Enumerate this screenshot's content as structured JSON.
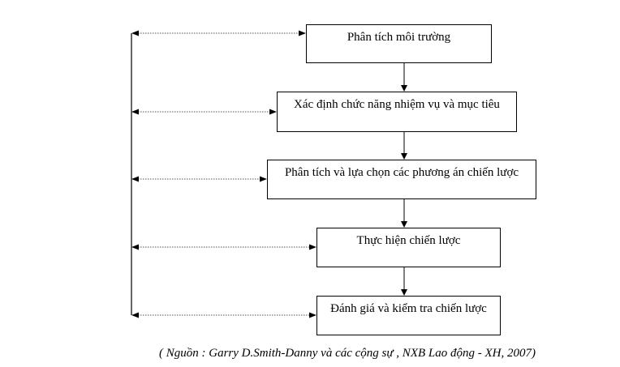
{
  "diagram": {
    "steps": [
      {
        "label": "Phân tích môi trường"
      },
      {
        "label": "Xác định chức năng nhiệm vụ và mục tiêu"
      },
      {
        "label": "Phân tích và lựa chọn các phương án chiến lược"
      },
      {
        "label": "Thực hiện chiến lược"
      },
      {
        "label": "Đánh giá và kiểm tra chiến lược"
      }
    ],
    "source": "( Nguồn : Garry D.Smith-Danny và các cộng sự , NXB Lao động - XH, 2007)"
  }
}
